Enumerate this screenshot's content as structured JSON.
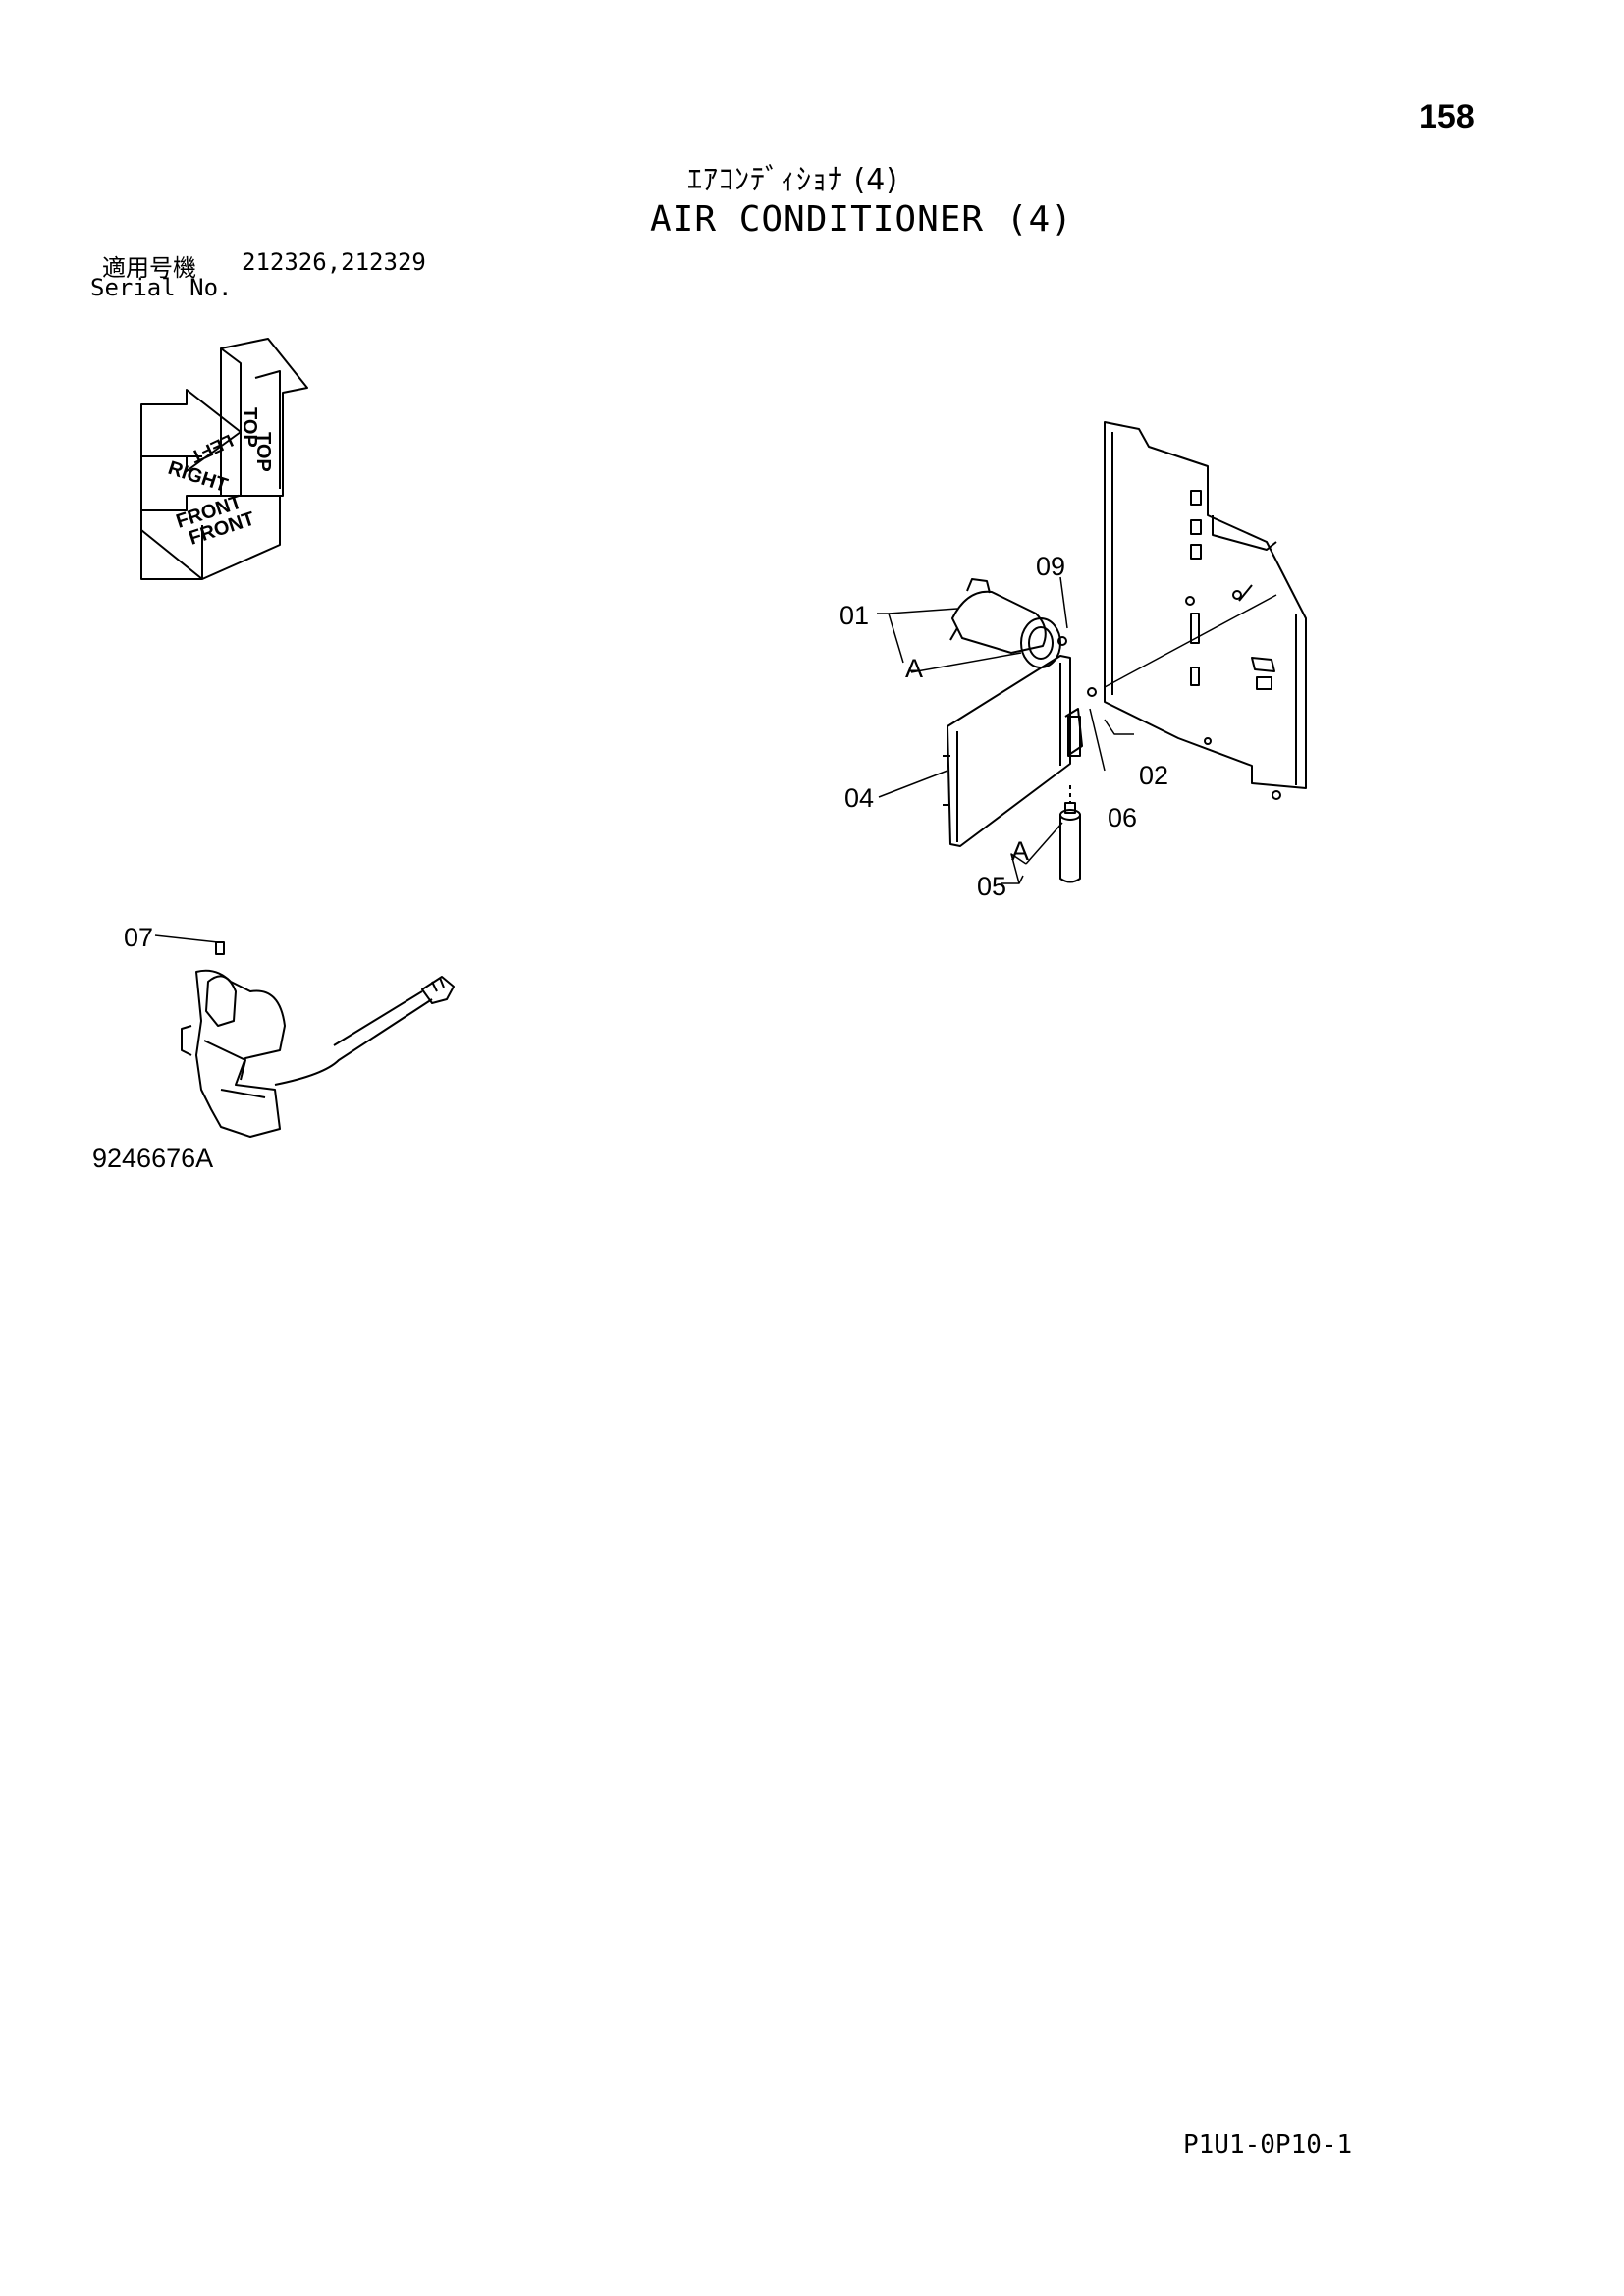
{
  "page_number": "158",
  "title": {
    "japanese": "ｴｱｺﾝﾃﾞｨｼｮﾅ (4)",
    "english": "AIR CONDITIONER (4)"
  },
  "serial": {
    "label_jp": "適用号機",
    "values": "212326,212329",
    "label_en": "Serial No."
  },
  "orientation": {
    "labels": [
      "TOP",
      "LEFT",
      "RIGHT",
      "FRONT",
      "FRONT",
      "TOP"
    ]
  },
  "callouts": {
    "c01": "01",
    "c02": "02",
    "c04": "04",
    "c05": "05",
    "c06": "06",
    "c07": "07",
    "c09": "09",
    "a1": "A",
    "a2": "A"
  },
  "drawing_number": "9246676A",
  "page_code": "P1U1-0P10-1"
}
